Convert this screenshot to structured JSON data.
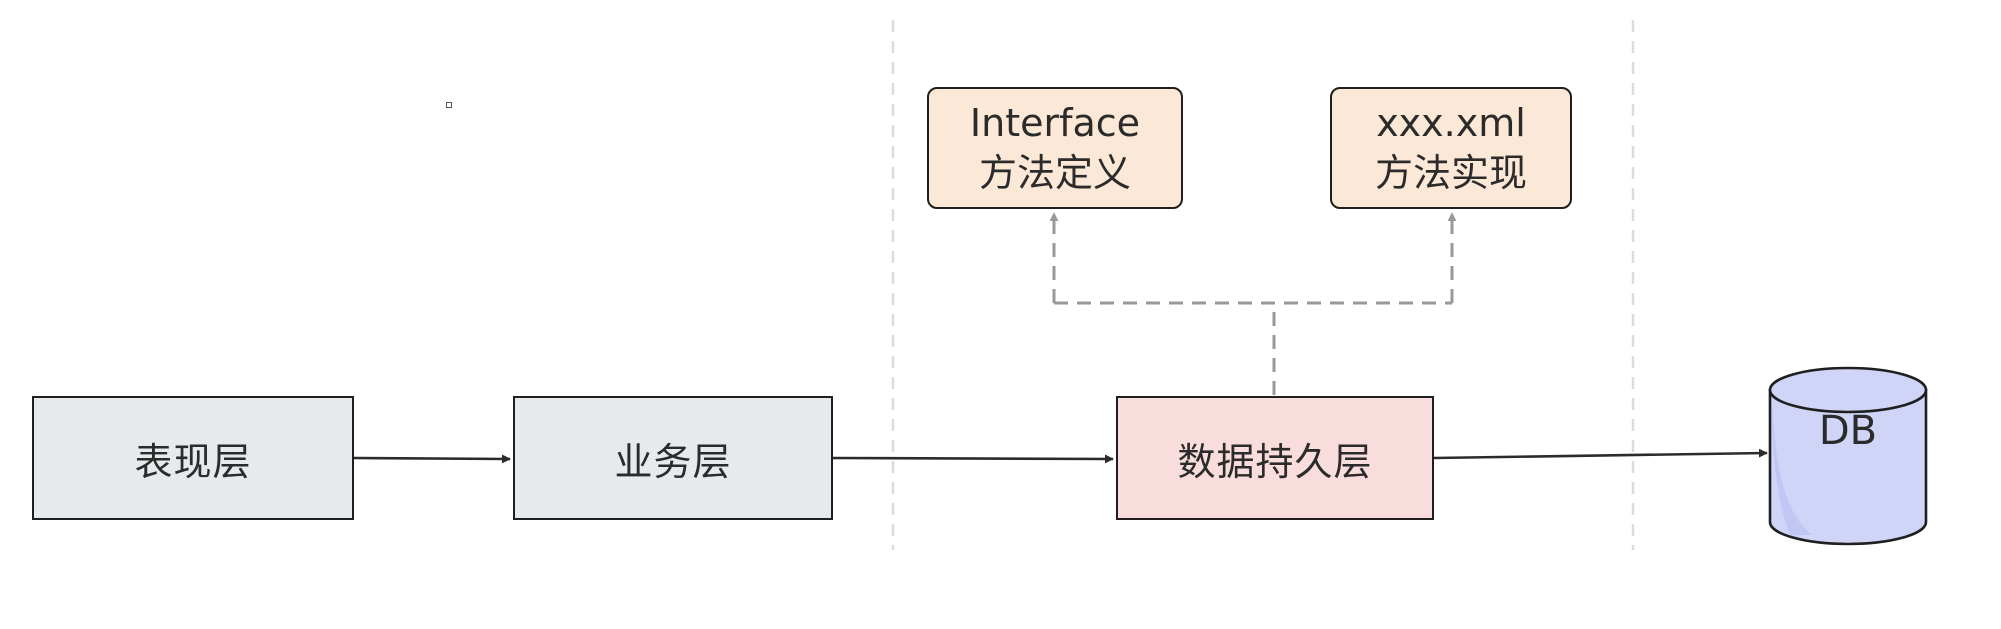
{
  "layers": {
    "presentation": "表现层",
    "business": "业务层",
    "persistence": "数据持久层"
  },
  "interface_box": {
    "line1": "Interface",
    "line2": "方法定义"
  },
  "xml_box": {
    "line1": "xxx.xml",
    "line2": "方法实现"
  },
  "database": {
    "label": "DB"
  },
  "colors": {
    "layer_fill": "#e6eaed",
    "persistence_fill": "#f9dcdc",
    "impl_fill": "#fce8d6",
    "db_fill": "#d0d5f8",
    "edge": "#2b2b2b",
    "dashed": "#999999"
  }
}
